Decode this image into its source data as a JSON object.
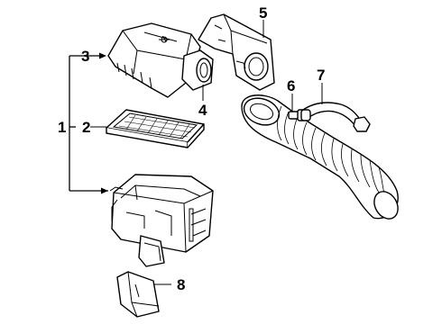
{
  "diagram": {
    "callouts": [
      {
        "id": "1",
        "label": "1"
      },
      {
        "id": "2",
        "label": "2"
      },
      {
        "id": "3",
        "label": "3"
      },
      {
        "id": "4",
        "label": "4"
      },
      {
        "id": "5",
        "label": "5"
      },
      {
        "id": "6",
        "label": "6"
      },
      {
        "id": "7",
        "label": "7"
      },
      {
        "id": "8",
        "label": "8"
      }
    ],
    "parts": [
      {
        "callout": "1",
        "icon": "air-cleaner-assembly-icon"
      },
      {
        "callout": "2",
        "icon": "air-filter-element-icon"
      },
      {
        "callout": "3",
        "icon": "air-cleaner-cover-icon"
      },
      {
        "callout": "4",
        "icon": "cover-outlet-icon"
      },
      {
        "callout": "5",
        "icon": "resonator-duct-icon"
      },
      {
        "callout": "6",
        "icon": "hose-fitting-icon"
      },
      {
        "callout": "7",
        "icon": "vent-hose-icon"
      },
      {
        "callout": "8",
        "icon": "inlet-duct-icon"
      }
    ]
  }
}
